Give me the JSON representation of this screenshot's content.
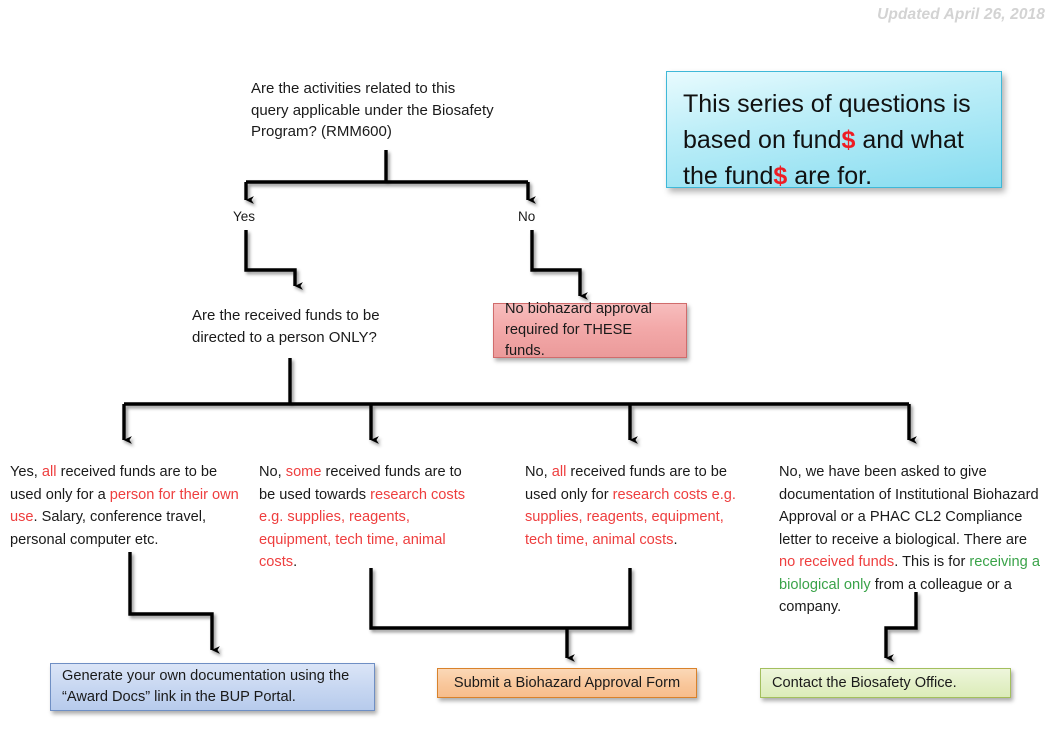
{
  "header": {
    "updated": "Updated April 26, 2018"
  },
  "callout": {
    "line1_a": "This series of questions is",
    "line2_a": "based on fund",
    "line2_dollar": "$",
    "line2_b": " and what",
    "line3_a": "the fund",
    "line3_dollar": "$",
    "line3_b": " are for."
  },
  "nodes": {
    "q1": "Are the activities related to this query applicable under the Biosafety Program? (RMM600)",
    "q1_line1": "Are the activities related to this",
    "q1_line2": "query applicable under the Biosafety",
    "q1_line3": "Program? (RMM600)",
    "branch_yes": "Yes",
    "branch_no": "No",
    "q2_line1": "Are the received funds to be",
    "q2_line2": "directed to a person ONLY?",
    "no_approval_line1": "No biohazard approval",
    "no_approval_line2": "required for THESE funds."
  },
  "answers": [
    {
      "id": "answer-person-only",
      "segments": [
        {
          "text": "Yes, ",
          "color": "black"
        },
        {
          "text": "all",
          "color": "red"
        },
        {
          "text": " received funds are to be used only for a ",
          "color": "black"
        },
        {
          "text": "person for their own use",
          "color": "red"
        },
        {
          "text": ". Salary, conference travel, personal computer etc.",
          "color": "black"
        }
      ]
    },
    {
      "id": "answer-some-research-costs",
      "segments": [
        {
          "text": "No, ",
          "color": "black"
        },
        {
          "text": "some",
          "color": "red"
        },
        {
          "text": " received funds are to be used towards ",
          "color": "black"
        },
        {
          "text": "research costs e.g. supplies, reagents, equipment, tech time, animal costs",
          "color": "red"
        },
        {
          "text": ".",
          "color": "black"
        }
      ]
    },
    {
      "id": "answer-all-research-costs",
      "segments": [
        {
          "text": "No, ",
          "color": "black"
        },
        {
          "text": "all",
          "color": "red"
        },
        {
          "text": " received funds are to be used only for ",
          "color": "black"
        },
        {
          "text": "research costs e.g. supplies, reagents, equipment, tech time, animal costs",
          "color": "red"
        },
        {
          "text": ".",
          "color": "black"
        }
      ]
    },
    {
      "id": "answer-no-funds-biological",
      "segments": [
        {
          "text": "No, we have been asked to give documentation of Institutional Biohazard Approval or a PHAC CL2 Compliance letter to receive a biological. There are ",
          "color": "black"
        },
        {
          "text": "no received funds",
          "color": "red"
        },
        {
          "text": ". This is for ",
          "color": "black"
        },
        {
          "text": "receiving a biological only",
          "color": "green"
        },
        {
          "text": " from a colleague or a company.",
          "color": "black"
        }
      ]
    }
  ],
  "outcomes": {
    "generate_docs_line1": "Generate your own documentation using the",
    "generate_docs_line2": "“Award Docs” link in the BUP Portal.",
    "submit_form": "Submit a Biohazard Approval Form",
    "contact_office": "Contact the Biosafety Office."
  },
  "colors": {
    "red_highlight": "#ee3e3e",
    "green_highlight": "#3aa349",
    "callout_fill": "#86dcf0",
    "pink_fill": "#f3a9a9",
    "lavender_fill": "#c6d6f1",
    "orange_fill": "#f9c79b",
    "green_fill": "#e3f0c7",
    "stamp_gray": "#d3d3d3"
  }
}
